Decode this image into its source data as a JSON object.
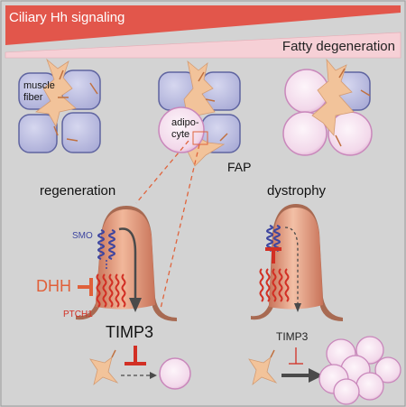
{
  "banner": {
    "top_label": "Ciliary Hh signaling",
    "bottom_label": "Fatty degeneration"
  },
  "cells": {
    "muscle_label": "muscle\nfiber",
    "adipocyte_label": "adipo-\ncyte",
    "fap_label": "FAP"
  },
  "panels": {
    "left_title": "regeneration",
    "right_title": "dystrophy"
  },
  "molecules": {
    "smo": "SMO",
    "dhh": "DHH",
    "ptch1": "PTCH1",
    "timp3_left": "TIMP3",
    "timp3_right": "TIMP3"
  },
  "colors": {
    "background": "#d3d3d3",
    "banner_red": "#e2564b",
    "banner_pink": "#f6d0d6",
    "muscle_fill": "#b8badf",
    "muscle_stroke": "#5f64a0",
    "adipocyte_fill": "#f6e2ef",
    "adipocyte_stroke": "#c987bb",
    "fap_fill": "#f2c39a",
    "cilium_fill": "#d98a6c",
    "smo_blue": "#3d45a0",
    "ptch_red": "#d22f24",
    "dhh_orange": "#e0603a",
    "arrow_gray": "#4a4a4a",
    "dash_orange": "#e0643c"
  },
  "levels": {
    "ciliary_hh_signaling": "high at left, low at right",
    "fatty_degeneration": "low at left, high at right"
  }
}
